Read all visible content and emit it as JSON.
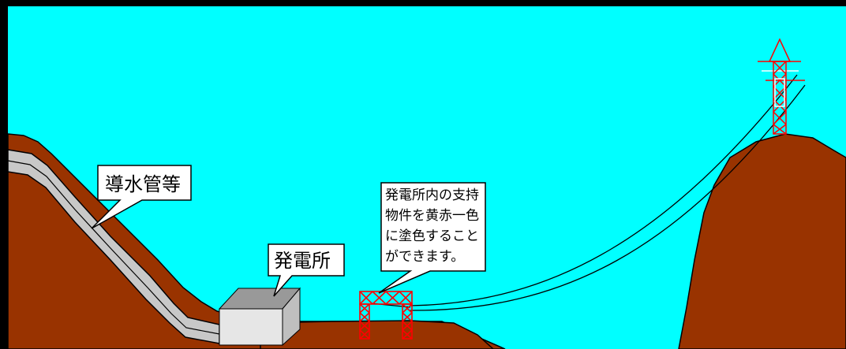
{
  "labels": {
    "penstock": "導水管等",
    "powerhouse": "発電所",
    "note_lines": [
      "発電所内の支持",
      "物件を黄赤一色",
      "に塗色すること",
      "ができます。"
    ]
  },
  "colors": {
    "sky": "#00ffff",
    "ground": "#993300",
    "penstock_fill": "#c8c8c8",
    "tower_red": "#ff0000",
    "tower_white": "#ffffff",
    "callout_fill": "#ffffff",
    "border": "#000000",
    "building_top": "#999999",
    "building_front": "#e6e6e6",
    "building_side": "#bfbfbf"
  },
  "icons": {
    "transmission_tower": "lattice-tower-icon",
    "support_frame": "gantry-frame-icon",
    "building": "box-building-icon"
  }
}
